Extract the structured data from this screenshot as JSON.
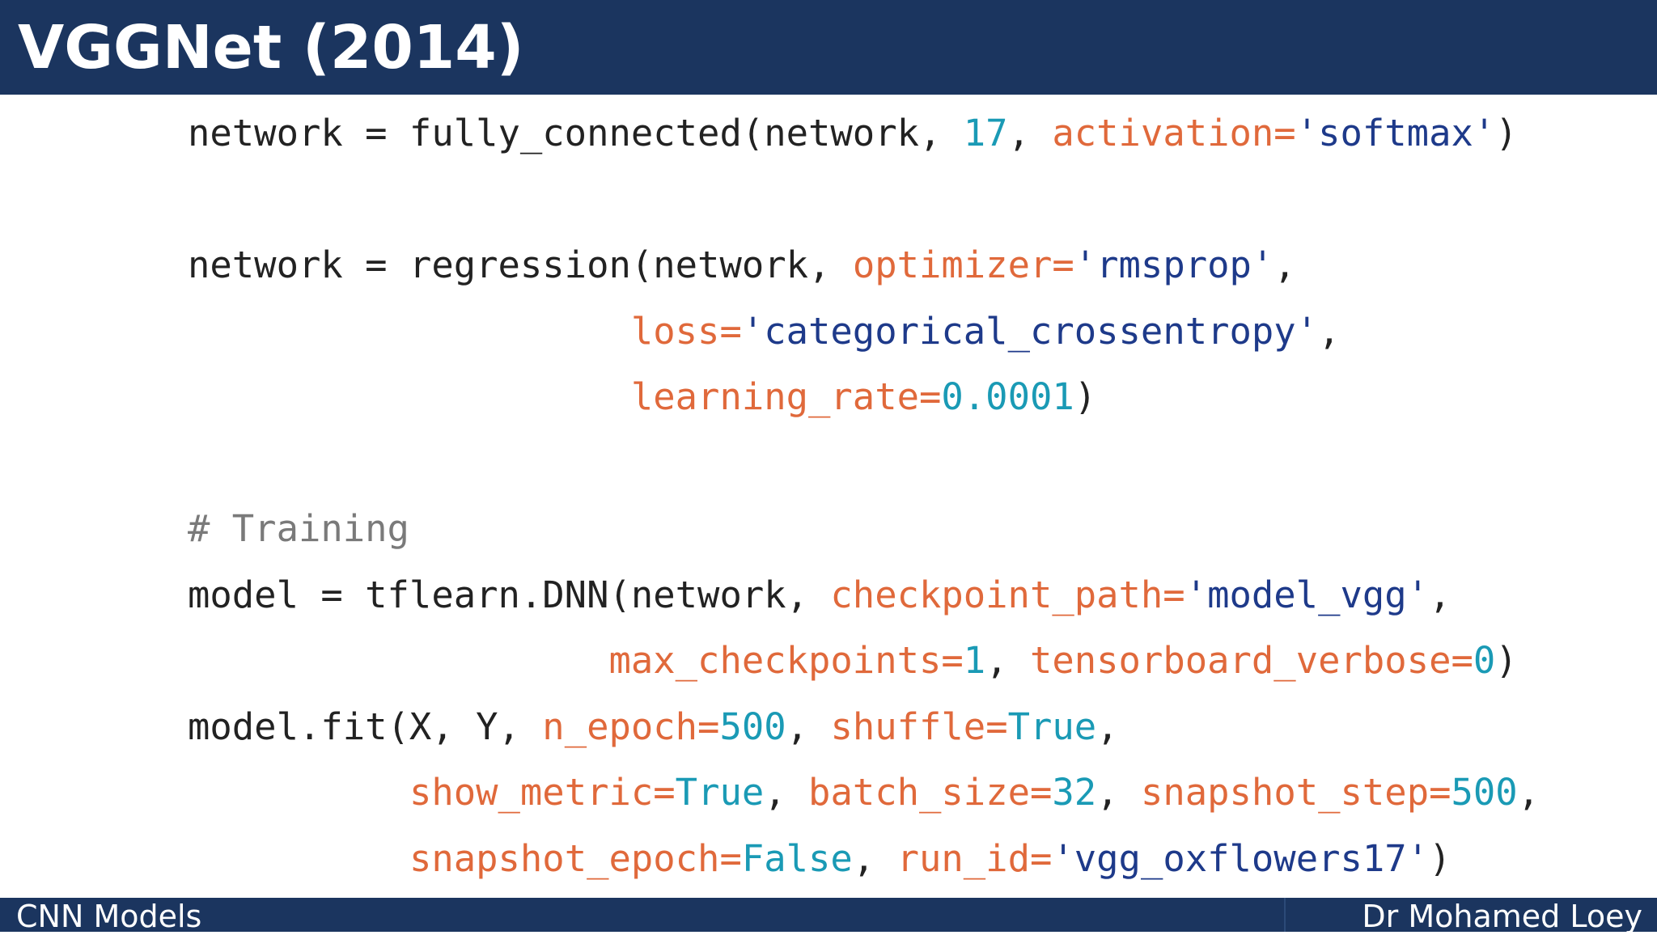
{
  "slide": {
    "title": "VGGNet (2014)",
    "code_lines": [
      [
        {
          "t": "network = fully_connected(network, ",
          "c": ""
        },
        {
          "t": "17",
          "c": "num"
        },
        {
          "t": ", ",
          "c": ""
        },
        {
          "t": "activation=",
          "c": "kw"
        },
        {
          "t": "'softmax'",
          "c": "str"
        },
        {
          "t": ")",
          "c": ""
        }
      ],
      [
        {
          "t": "network = regression(network, ",
          "c": ""
        },
        {
          "t": "optimizer=",
          "c": "kw"
        },
        {
          "t": "'rmsprop'",
          "c": "str"
        },
        {
          "t": ",",
          "c": ""
        }
      ],
      [
        {
          "t": "                    ",
          "c": ""
        },
        {
          "t": "loss=",
          "c": "kw"
        },
        {
          "t": "'categorical_crossentropy'",
          "c": "str"
        },
        {
          "t": ",",
          "c": ""
        }
      ],
      [
        {
          "t": "                    ",
          "c": ""
        },
        {
          "t": "learning_rate=",
          "c": "kw"
        },
        {
          "t": "0.0001",
          "c": "num"
        },
        {
          "t": ")",
          "c": ""
        }
      ],
      [
        {
          "t": "# Training",
          "c": "cm"
        }
      ],
      [
        {
          "t": "model = tflearn.DNN(network, ",
          "c": ""
        },
        {
          "t": "checkpoint_path=",
          "c": "kw"
        },
        {
          "t": "'model_vgg'",
          "c": "str"
        },
        {
          "t": ",",
          "c": ""
        }
      ],
      [
        {
          "t": "                   ",
          "c": ""
        },
        {
          "t": "max_checkpoints=",
          "c": "kw"
        },
        {
          "t": "1",
          "c": "num"
        },
        {
          "t": ", ",
          "c": ""
        },
        {
          "t": "tensorboard_verbose=",
          "c": "kw"
        },
        {
          "t": "0",
          "c": "num"
        },
        {
          "t": ")",
          "c": ""
        }
      ],
      [
        {
          "t": "model.fit(X, Y, ",
          "c": ""
        },
        {
          "t": "n_epoch=",
          "c": "kw"
        },
        {
          "t": "500",
          "c": "num"
        },
        {
          "t": ", ",
          "c": ""
        },
        {
          "t": "shuffle=",
          "c": "kw"
        },
        {
          "t": "True",
          "c": "num"
        },
        {
          "t": ",",
          "c": ""
        }
      ],
      [
        {
          "t": "          ",
          "c": ""
        },
        {
          "t": "show_metric=",
          "c": "kw"
        },
        {
          "t": "True",
          "c": "num"
        },
        {
          "t": ", ",
          "c": ""
        },
        {
          "t": "batch_size=",
          "c": "kw"
        },
        {
          "t": "32",
          "c": "num"
        },
        {
          "t": ", ",
          "c": ""
        },
        {
          "t": "snapshot_step=",
          "c": "kw"
        },
        {
          "t": "500",
          "c": "num"
        },
        {
          "t": ",",
          "c": ""
        }
      ],
      [
        {
          "t": "          ",
          "c": ""
        },
        {
          "t": "snapshot_epoch=",
          "c": "kw"
        },
        {
          "t": "False",
          "c": "num"
        },
        {
          "t": ", ",
          "c": ""
        },
        {
          "t": "run_id=",
          "c": "kw"
        },
        {
          "t": "'vgg_oxflowers17'",
          "c": "str"
        },
        {
          "t": ")",
          "c": ""
        }
      ]
    ]
  },
  "footer": {
    "left": "CNN Models",
    "right": "Dr Mohamed Loey"
  },
  "colors": {
    "header_bg": "#1b355f",
    "keyword_arg": "#e0693b",
    "string": "#1e3a8a",
    "number": "#1a9ab5",
    "comment": "#7a7a7a"
  }
}
